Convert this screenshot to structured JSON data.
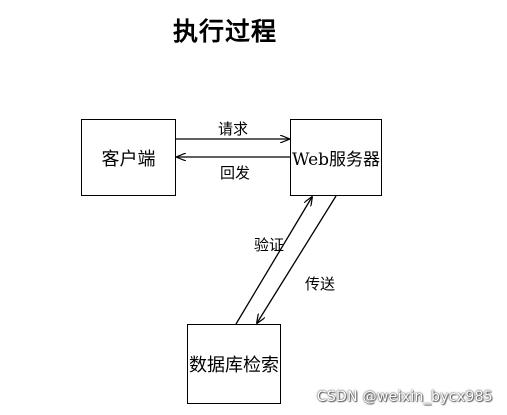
{
  "title": "执行过程",
  "nodes": {
    "client": "客户端",
    "web_server": "Web服务器",
    "database": "数据库检索"
  },
  "edges": {
    "request": "请求",
    "reply": "回发",
    "verify": "验证",
    "send": "传送"
  },
  "watermark": "CSDN @weixin_bycx985"
}
